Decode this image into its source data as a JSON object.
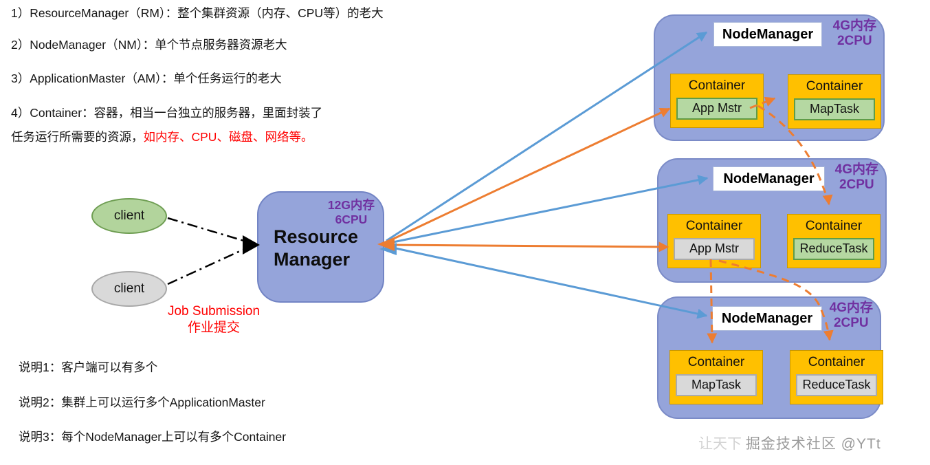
{
  "definitions": {
    "line1": "1）ResourceManager（RM）：整个集群资源（内存、CPU等）的老大",
    "line2": "2）NodeManager（NM）：单个节点服务器资源老大",
    "line3": "3）ApplicationMaster（AM）：单个任务运行的老大",
    "line4": "4）Container：容器，相当一台独立的服务器，里面封装了",
    "line5_black": "任务运行所需要的资源，",
    "line5_red": "如内存、CPU、磁盘、网络等。"
  },
  "clients": {
    "client1": "client",
    "client2": "client"
  },
  "job_submission": {
    "line1": "Job Submission",
    "line2": "作业提交"
  },
  "resource_manager": {
    "title_line1": "Resource",
    "title_line2": "Manager",
    "memory": "12G内存",
    "cpu": "6CPU"
  },
  "node_managers": [
    {
      "title": "NodeManager",
      "memory": "4G内存",
      "cpu": "2CPU",
      "containers": [
        {
          "label": "Container",
          "task": "App Mstr",
          "variant": "green"
        },
        {
          "label": "Container",
          "task": "MapTask",
          "variant": "green"
        }
      ]
    },
    {
      "title": "NodeManager",
      "memory": "4G内存",
      "cpu": "2CPU",
      "containers": [
        {
          "label": "Container",
          "task": "App Mstr",
          "variant": "gray"
        },
        {
          "label": "Container",
          "task": "ReduceTask",
          "variant": "green"
        }
      ]
    },
    {
      "title": "NodeManager",
      "memory": "4G内存",
      "cpu": "2CPU",
      "containers": [
        {
          "label": "Container",
          "task": "MapTask",
          "variant": "gray"
        },
        {
          "label": "Container",
          "task": "ReduceTask",
          "variant": "gray"
        }
      ]
    }
  ],
  "notes": {
    "note1": "说明1：客户端可以有多个",
    "note2": "说明2：集群上可以运行多个ApplicationMaster",
    "note3": "说明3：每个NodeManager上可以有多个Container"
  },
  "watermark": {
    "faint": "让天下",
    "main": "掘金技术社区 @YTt"
  },
  "colors": {
    "arrow_blue": "#5b9bd5",
    "arrow_orange": "#ed7d31",
    "node_fill": "#95a4da",
    "container_fill": "#ffc000",
    "purple_text": "#7030a0",
    "red_text": "#ff0000",
    "green_task_fill": "#b5d8a2",
    "gray_task_fill": "#d9d9d9"
  }
}
